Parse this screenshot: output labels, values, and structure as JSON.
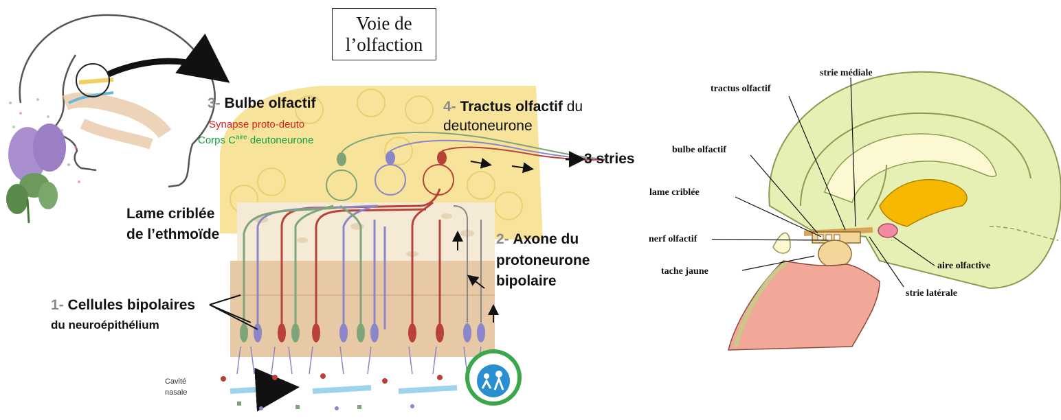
{
  "title": {
    "line1": "Voie de",
    "line2": "l’olfaction"
  },
  "left_labels": {
    "bulbe": {
      "num": "3-",
      "name": "Bulbe olfactif",
      "synapse": "Synapse proto-deuto",
      "corps": "Corps C",
      "corps_sup": "aire",
      "corps_rest": " deutoneurone"
    },
    "tractus": {
      "num": "4-",
      "name": "Tractus olfactif",
      "suffix": " du",
      "line2": "deutoneurone"
    },
    "stries": "3 stries",
    "lame": {
      "line1": "Lame criblée",
      "line2": "de l’ethmoïde"
    },
    "axone": {
      "num": "2-",
      "line1": "Axone du",
      "line2": "protoneurone",
      "line3": "bipolaire"
    },
    "cellules": {
      "num": "1-",
      "name": "Cellules bipolaires",
      "line2": "du neuroépithélium"
    },
    "cavite": {
      "line1": "Cavité",
      "line2": "nasale"
    }
  },
  "right_labels": {
    "strie_mediale": "strie médiale",
    "tractus_olfactif": "tractus olfactif",
    "bulbe_olfactif": "bulbe olfactif",
    "lame_criblee": "lame criblée",
    "nerf_olfactif": "nerf olfactif",
    "tache_jaune": "tache jaune",
    "aire_olfactive": "aire olfactive",
    "strie_laterale": "strie latérale"
  },
  "colors": {
    "bulb_yellow": "#f7e49a",
    "neuron_red": "#b8423a",
    "neuron_blue": "#8b86c9",
    "neuron_green": "#7ea57a",
    "epithelium": "#e8c9a6",
    "brain_green": "#e6f0b4",
    "brain_orange": "#f6b800",
    "nasal_pink": "#f2a898"
  }
}
